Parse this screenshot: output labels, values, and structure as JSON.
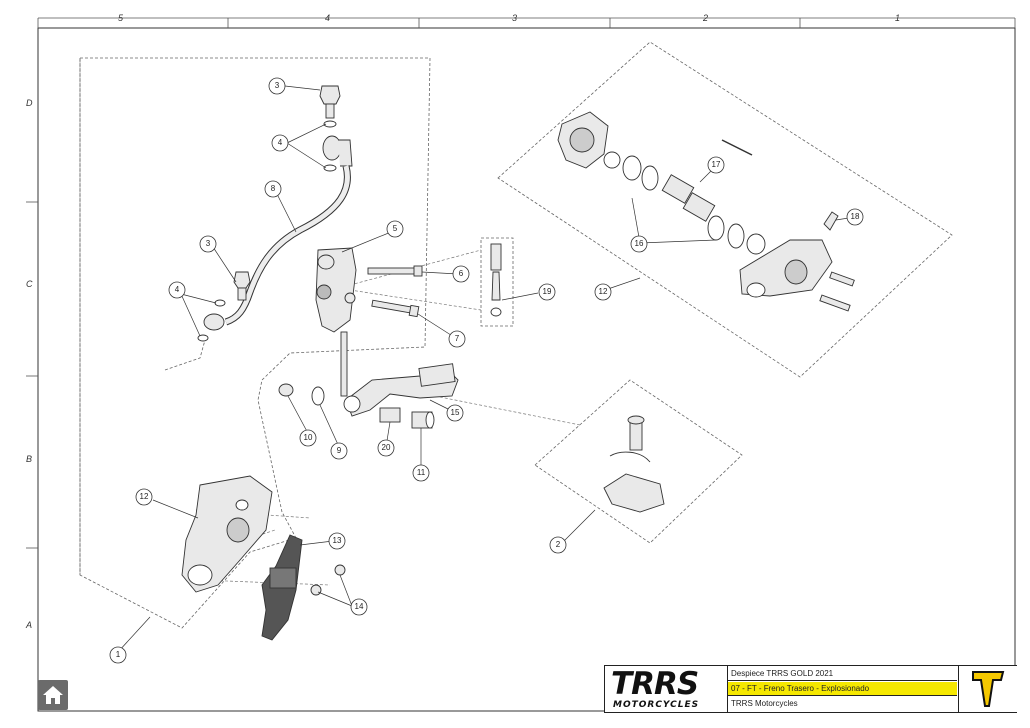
{
  "sheet": {
    "column_labels": [
      "5",
      "4",
      "3",
      "2",
      "1"
    ],
    "row_labels": [
      "D",
      "C",
      "B",
      "A"
    ]
  },
  "callouts": [
    "1",
    "2",
    "3",
    "3",
    "4",
    "4",
    "5",
    "6",
    "7",
    "8",
    "9",
    "10",
    "11",
    "12",
    "12",
    "13",
    "14",
    "15",
    "16",
    "17",
    "18",
    "19",
    "20"
  ],
  "title_block": {
    "logo_text": "TRRS",
    "logo_subtext": "MOTORCYCLES",
    "line1": "Despiece TRRS GOLD 2021",
    "line2": "07 - FT - Freno Trasero - Explosionado",
    "line3": "TRRS Motorcycles",
    "highlight_color": "#f5e800",
    "brand_mark_color": "#f5c800"
  },
  "nav": {
    "home_icon": "home-icon"
  }
}
